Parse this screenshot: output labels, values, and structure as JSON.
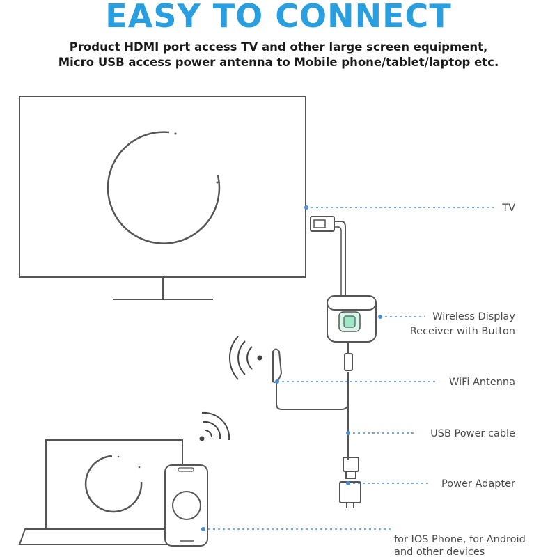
{
  "header": {
    "title": "EASY TO CONNECT",
    "subtitle_line1": "Product HDMI port access TV and other large screen equipment,",
    "subtitle_line2": "Micro USB access power antenna to Mobile phone/tablet/laptop etc."
  },
  "labels": {
    "tv": "TV",
    "receiver_line1": "Wireless Display",
    "receiver_line2": "Receiver with Button",
    "antenna": "WiFi Antenna",
    "usb_cable": "USB Power cable",
    "adapter": "Power Adapter",
    "devices_line1": "for IOS Phone, for Android",
    "devices_line2": "and other devices"
  },
  "colors": {
    "title": "#2a9fe0",
    "leader_line": "#4a90d9",
    "outline": "#555555",
    "button_glow": "#9ee8c8"
  },
  "icons": [
    "wifi-signal-icon",
    "hdmi-plug-icon",
    "usb-plug-icon",
    "power-adapter-icon"
  ]
}
